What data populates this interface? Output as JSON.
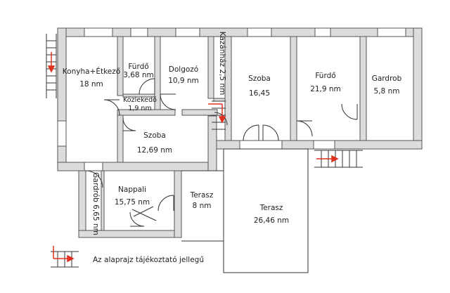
{
  "rooms": [
    {
      "name": "Konyha+Étkező",
      "area": "18 nm"
    },
    {
      "name": "Fürdő",
      "area": "3,68 nm"
    },
    {
      "name": "Dolgozó",
      "area": "10,9 nm"
    },
    {
      "name": "Kazánház 2,5 nm",
      "area": ""
    },
    {
      "name": "Szoba",
      "area": "16,45"
    },
    {
      "name": "Fürdő",
      "area": "21,9 nm"
    },
    {
      "name": "Gardrob",
      "area": "5,8 nm"
    },
    {
      "name": "Közlekedő",
      "area": "1,9 nm"
    },
    {
      "name": "Szoba",
      "area": "12,69 nm"
    },
    {
      "name": "Gardrób 6,65 nm",
      "area": ""
    },
    {
      "name": "Nappali",
      "area": "15,75 nm"
    },
    {
      "name": "Terasz",
      "area": "8 nm"
    },
    {
      "name": "Terasz",
      "area": "26,46 nm"
    }
  ],
  "note": "Az alaprajz tájékoztató jellegű",
  "colors": {
    "wall_fill": "#dcdcdc",
    "wall_stroke": "#555555",
    "arrow": "#e0301e",
    "line": "#333333"
  }
}
